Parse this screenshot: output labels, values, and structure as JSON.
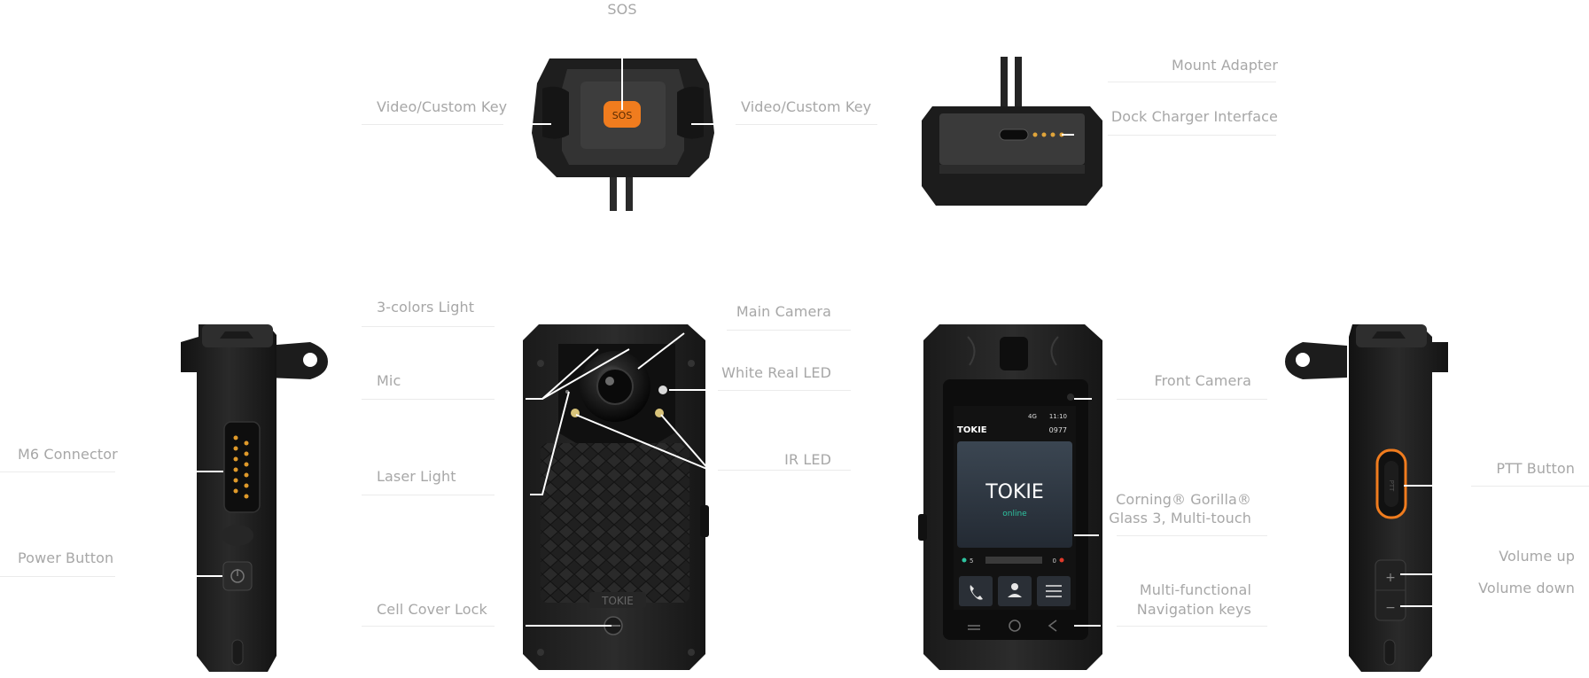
{
  "labels": {
    "sos": "SOS",
    "video_custom_key_left": "Video/Custom Key",
    "video_custom_key_right": "Video/Custom Key",
    "mount_adapter": "Mount Adapter",
    "dock_charger_interface": "Dock Charger Interface",
    "three_colors_light": "3-colors Light",
    "main_camera": "Main Camera",
    "mic": "Mic",
    "white_real_led": "White Real LED",
    "laser_light": "Laser Light",
    "ir_led": "IR LED",
    "cell_cover_lock": "Cell Cover Lock",
    "m6_connector": "M6 Connector",
    "power_button": "Power Button",
    "front_camera": "Front Camera",
    "corning_line1": "Corning® Gorilla®",
    "corning_line2": "Glass 3, Multi-touch",
    "nav_keys_line1": "Multi-functional",
    "nav_keys_line2": "Navigation keys",
    "ptt_button": "PTT Button",
    "volume_up": "Volume up",
    "volume_down": "Volume down"
  },
  "device": {
    "sos_key_text": "SOS",
    "back_logo": "TOKIE",
    "ptt_text": "PTT"
  },
  "screen": {
    "brand": "TOKIE",
    "status_time": "11:10",
    "status_signal": "4G",
    "channel_number": "0977",
    "app_title": "TOKIE",
    "app_status": "online",
    "left_count": "5",
    "right_count": "0"
  },
  "colors": {
    "accent_orange": "#f07c1e",
    "online_green": "#2ec4a0",
    "label_gray": "#a7a7a7"
  }
}
